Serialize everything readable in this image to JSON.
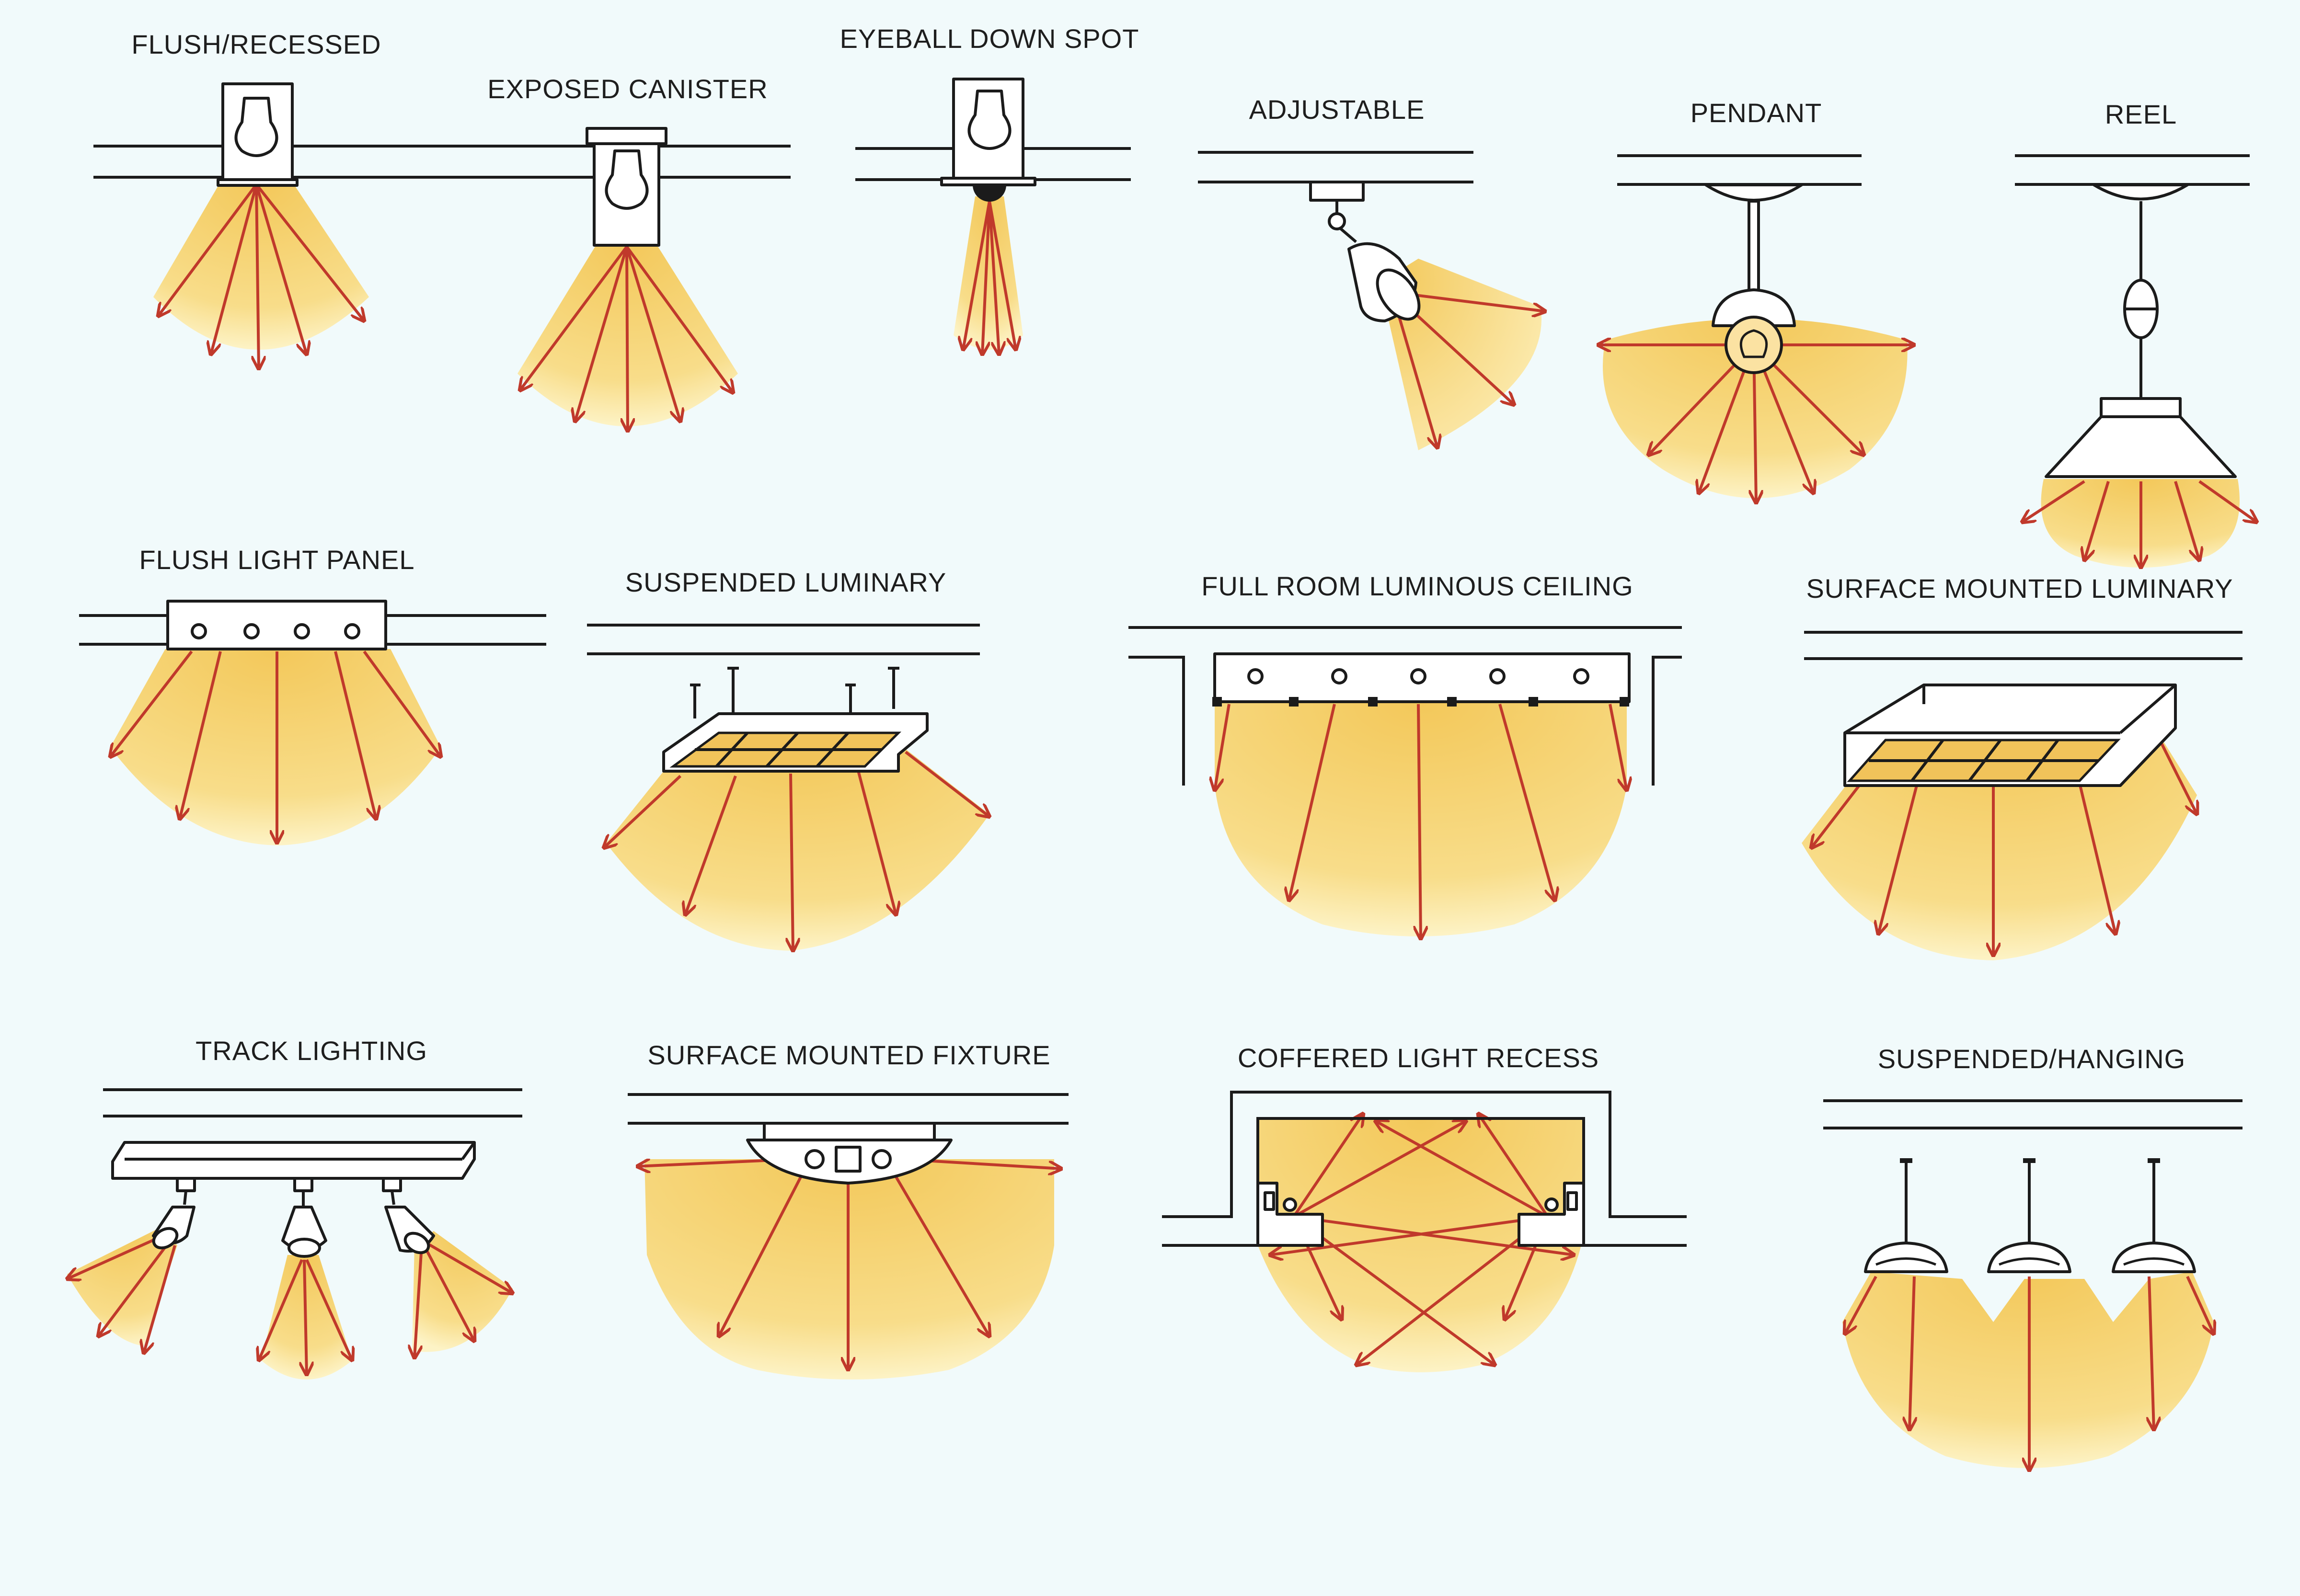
{
  "diagram": {
    "background": "#f1fafb",
    "beam_color": "#f6d37a",
    "beam_edge_color": "#fdf3c6",
    "ray_color": "#c0392b",
    "line_color": "#1b1b1b",
    "fixtures": [
      {
        "id": "flush-recessed",
        "label": "FLUSH/RECESSED"
      },
      {
        "id": "exposed-canister",
        "label": "EXPOSED CANISTER"
      },
      {
        "id": "eyeball-down-spot",
        "label": "EYEBALL DOWN SPOT"
      },
      {
        "id": "adjustable",
        "label": "ADJUSTABLE"
      },
      {
        "id": "pendant",
        "label": "PENDANT"
      },
      {
        "id": "reel",
        "label": "REEL"
      },
      {
        "id": "flush-light-panel",
        "label": "FLUSH LIGHT PANEL"
      },
      {
        "id": "suspended-luminary",
        "label": "SUSPENDED LUMINARY"
      },
      {
        "id": "full-room-luminous-ceiling",
        "label": "FULL ROOM LUMINOUS CEILING"
      },
      {
        "id": "surface-mounted-luminary",
        "label": "SURFACE MOUNTED LUMINARY"
      },
      {
        "id": "track-lighting",
        "label": "TRACK LIGHTING"
      },
      {
        "id": "surface-mounted-fixture",
        "label": "SURFACE MOUNTED FIXTURE"
      },
      {
        "id": "coffered-light-recess",
        "label": "COFFERED LIGHT RECESS"
      },
      {
        "id": "suspended-hanging",
        "label": "SUSPENDED/HANGING"
      }
    ]
  }
}
